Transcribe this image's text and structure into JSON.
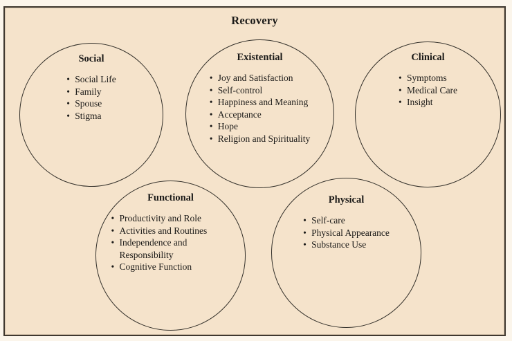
{
  "title": "Recovery",
  "colors": {
    "background": "#f5e3cb",
    "frame_border": "#3f382f",
    "circle_stroke": "#33302a",
    "text": "#1b1a18"
  },
  "circles": [
    {
      "title": "Social",
      "items": [
        "Social Life",
        "Family",
        "Spouse",
        "Stigma"
      ]
    },
    {
      "title": "Existential",
      "items": [
        "Joy and Satisfaction",
        "Self-control",
        "Happiness and Meaning",
        "Acceptance",
        "Hope",
        "Religion and Spirituality"
      ]
    },
    {
      "title": "Clinical",
      "items": [
        "Symptoms",
        "Medical Care",
        "Insight"
      ]
    },
    {
      "title": "Functional",
      "items": [
        "Productivity and Role",
        "Activities and Routines",
        "Independence and Responsibility",
        "Cognitive Function"
      ]
    },
    {
      "title": "Physical",
      "items": [
        "Self-care",
        "Physical Appearance",
        "Substance Use"
      ]
    }
  ]
}
